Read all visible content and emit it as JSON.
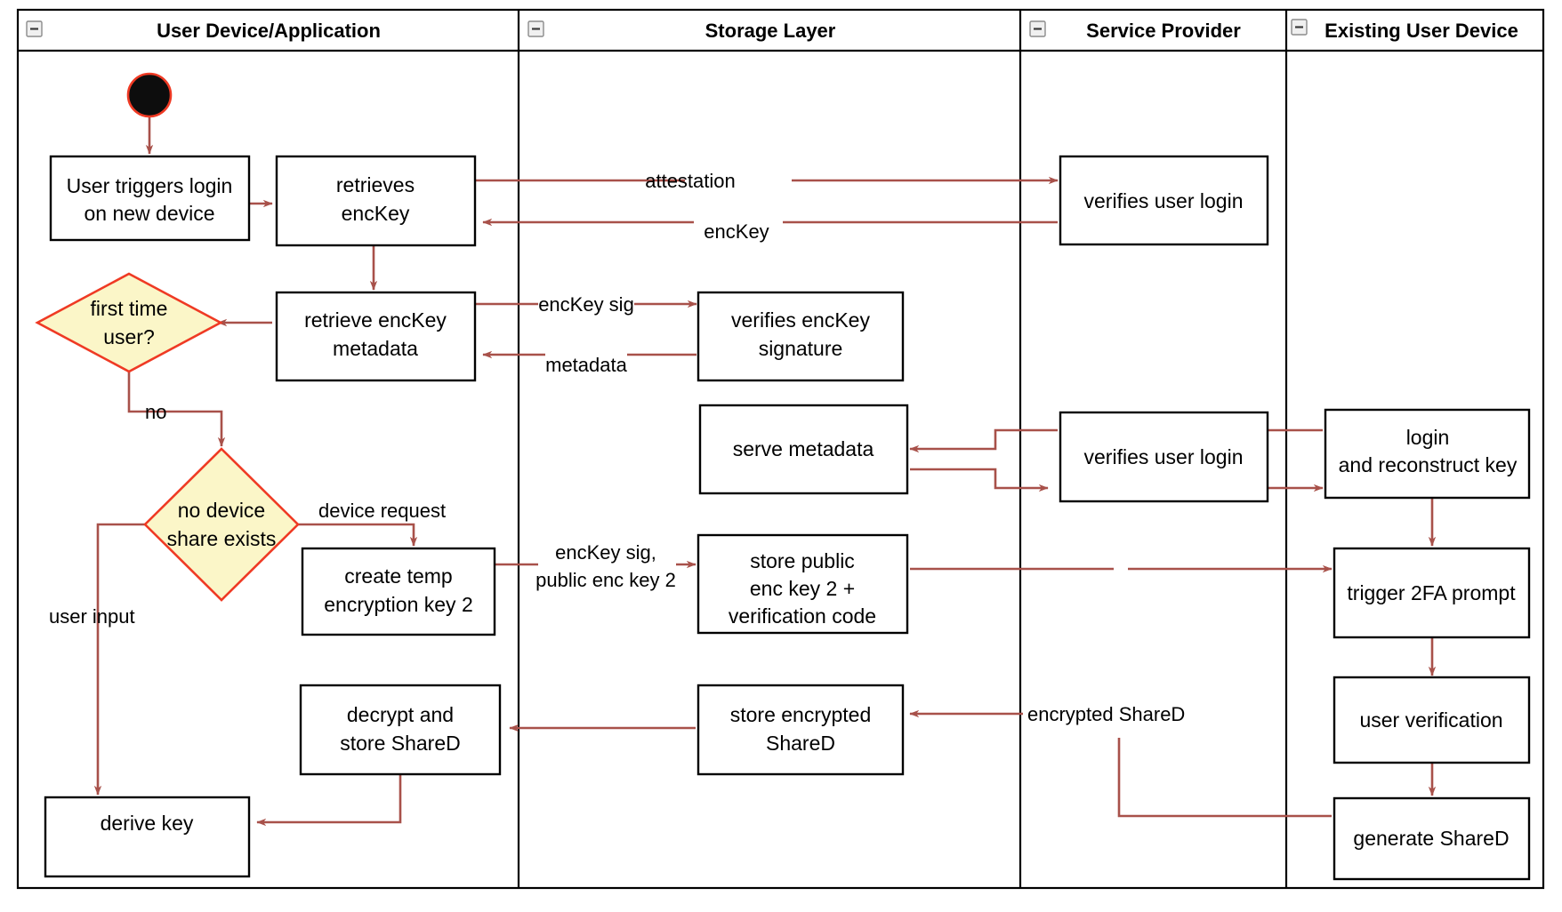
{
  "diagram": {
    "type": "uml-activity-swimlane",
    "title_bar_height": 52,
    "colors": {
      "edge": "#a8514a",
      "decision_fill": "#fbf6c8",
      "decision_stroke": "#ef3a24",
      "node_stroke": "#000000",
      "lane_stroke": "#000000",
      "start_node": "#0d0d0d"
    },
    "lanes": [
      {
        "id": "lane-user-device",
        "label": "User Device/Application",
        "collapse_icon": "collapse-minus-icon"
      },
      {
        "id": "lane-storage",
        "label": "Storage Layer",
        "collapse_icon": "collapse-minus-icon"
      },
      {
        "id": "lane-service-provider",
        "label": "Service Provider",
        "collapse_icon": "collapse-minus-icon"
      },
      {
        "id": "lane-existing-device",
        "label": "Existing User Device",
        "collapse_icon": "collapse-minus-icon"
      }
    ],
    "nodes": [
      {
        "id": "start",
        "shape": "initial",
        "lane": "lane-user-device",
        "label": ""
      },
      {
        "id": "user-triggers-login",
        "shape": "action",
        "lane": "lane-user-device",
        "lines": [
          "User triggers login",
          "on new device"
        ]
      },
      {
        "id": "retrieves-enckey",
        "shape": "action",
        "lane": "lane-user-device",
        "lines": [
          "retrieves",
          "encKey"
        ]
      },
      {
        "id": "retrieve-enckey-metadata",
        "shape": "action",
        "lane": "lane-user-device",
        "lines": [
          "retrieve encKey",
          "metadata"
        ]
      },
      {
        "id": "first-time-user",
        "shape": "decision",
        "lane": "lane-user-device",
        "lines": [
          "first time",
          "user?"
        ]
      },
      {
        "id": "no-device-share-exists",
        "shape": "decision",
        "lane": "lane-user-device",
        "lines": [
          "no device",
          "share exists"
        ]
      },
      {
        "id": "create-temp-encryption-key-2",
        "shape": "action",
        "lane": "lane-user-device",
        "lines": [
          "create temp",
          "encryption key 2"
        ]
      },
      {
        "id": "decrypt-and-store-shared",
        "shape": "action",
        "lane": "lane-user-device",
        "lines": [
          "decrypt and",
          "store ShareD"
        ]
      },
      {
        "id": "derive-key",
        "shape": "action",
        "lane": "lane-user-device",
        "lines": [
          "derive key"
        ]
      },
      {
        "id": "verifies-enckey-signature",
        "shape": "action",
        "lane": "lane-storage",
        "lines": [
          "verifies encKey",
          "signature"
        ]
      },
      {
        "id": "serve-metadata",
        "shape": "action",
        "lane": "lane-storage",
        "lines": [
          "serve metadata"
        ]
      },
      {
        "id": "store-public-enc-key-2",
        "shape": "action",
        "lane": "lane-storage",
        "lines": [
          "store public",
          "enc key 2 +",
          "verification code"
        ]
      },
      {
        "id": "store-encrypted-shared",
        "shape": "action",
        "lane": "lane-storage",
        "lines": [
          "store encrypted",
          "ShareD"
        ]
      },
      {
        "id": "verifies-user-login-1",
        "shape": "action",
        "lane": "lane-service-provider",
        "lines": [
          "verifies user login"
        ]
      },
      {
        "id": "verifies-user-login-2",
        "shape": "action",
        "lane": "lane-service-provider",
        "lines": [
          "verifies user login"
        ]
      },
      {
        "id": "login-and-reconstruct-key",
        "shape": "action",
        "lane": "lane-existing-device",
        "lines": [
          "login",
          "and reconstruct key"
        ]
      },
      {
        "id": "trigger-2fa-prompt",
        "shape": "action",
        "lane": "lane-existing-device",
        "lines": [
          "trigger 2FA prompt"
        ]
      },
      {
        "id": "user-verification",
        "shape": "action",
        "lane": "lane-existing-device",
        "lines": [
          "user verification"
        ]
      },
      {
        "id": "generate-shared",
        "shape": "action",
        "lane": "lane-existing-device",
        "lines": [
          "generate ShareD"
        ]
      }
    ],
    "edges": [
      {
        "id": "edge-start-to-login",
        "from": "start",
        "to": "user-triggers-login",
        "label": ""
      },
      {
        "id": "edge-login-to-retrieves",
        "from": "user-triggers-login",
        "to": "retrieves-enckey",
        "label": ""
      },
      {
        "id": "edge-retrieves-to-sp",
        "from": "retrieves-enckey",
        "to": "verifies-user-login-1",
        "label": "attestation"
      },
      {
        "id": "edge-sp-to-retrieves",
        "from": "verifies-user-login-1",
        "to": "retrieves-enckey",
        "label": "encKey"
      },
      {
        "id": "edge-retrieves-to-metadata",
        "from": "retrieves-enckey",
        "to": "retrieve-enckey-metadata",
        "label": ""
      },
      {
        "id": "edge-metadata-to-verify-sig",
        "from": "retrieve-enckey-metadata",
        "to": "verifies-enckey-signature",
        "label": "encKey sig"
      },
      {
        "id": "edge-verify-sig-to-metadata",
        "from": "verifies-enckey-signature",
        "to": "retrieve-enckey-metadata",
        "label": "metadata"
      },
      {
        "id": "edge-metadata-to-firsttime",
        "from": "retrieve-enckey-metadata",
        "to": "first-time-user",
        "label": ""
      },
      {
        "id": "edge-firsttime-no",
        "from": "first-time-user",
        "to": "no-device-share-exists",
        "label": "no"
      },
      {
        "id": "edge-noshare-device-request",
        "from": "no-device-share-exists",
        "to": "create-temp-encryption-key-2",
        "label": "device request"
      },
      {
        "id": "edge-noshare-user-input",
        "from": "no-device-share-exists",
        "to": "derive-key",
        "label": "user input"
      },
      {
        "id": "edge-tempkey-to-storepublic",
        "from": "create-temp-encryption-key-2",
        "to": "store-public-enc-key-2",
        "label": "encKey sig,\npublic enc key 2",
        "label_lines": [
          "encKey sig,",
          "public enc key 2"
        ]
      },
      {
        "id": "edge-existingdevice-to-sp2",
        "from": "login-and-reconstruct-key",
        "to": "verifies-user-login-2",
        "label": ""
      },
      {
        "id": "edge-sp2-to-servemetadata",
        "from": "verifies-user-login-2",
        "to": "serve-metadata",
        "label": ""
      },
      {
        "id": "edge-servemetadata-to-sp2",
        "from": "serve-metadata",
        "to": "verifies-user-login-2",
        "label": ""
      },
      {
        "id": "edge-sp2-to-existingdevice",
        "from": "verifies-user-login-2",
        "to": "login-and-reconstruct-key",
        "label": ""
      },
      {
        "id": "edge-login-to-trigger2fa",
        "from": "login-and-reconstruct-key",
        "to": "trigger-2fa-prompt",
        "label": ""
      },
      {
        "id": "edge-storepublic-to-trigger2fa",
        "from": "store-public-enc-key-2",
        "to": "trigger-2fa-prompt",
        "label": ""
      },
      {
        "id": "edge-trigger2fa-to-userverification",
        "from": "trigger-2fa-prompt",
        "to": "user-verification",
        "label": ""
      },
      {
        "id": "edge-userverification-to-generateshared",
        "from": "user-verification",
        "to": "generate-shared",
        "label": ""
      },
      {
        "id": "edge-generateshared-to-storeencrypted",
        "from": "generate-shared",
        "to": "store-encrypted-shared",
        "label": "encrypted ShareD"
      },
      {
        "id": "edge-storeencrypted-to-decrypt",
        "from": "store-encrypted-shared",
        "to": "decrypt-and-store-shared",
        "label": ""
      },
      {
        "id": "edge-decrypt-to-derivekey",
        "from": "decrypt-and-store-shared",
        "to": "derive-key",
        "label": ""
      }
    ],
    "edge_labels": [
      "attestation",
      "encKey",
      "encKey sig",
      "metadata",
      "no",
      "device request",
      "user input",
      "encKey sig,",
      "public enc key 2",
      "encrypted ShareD"
    ]
  }
}
